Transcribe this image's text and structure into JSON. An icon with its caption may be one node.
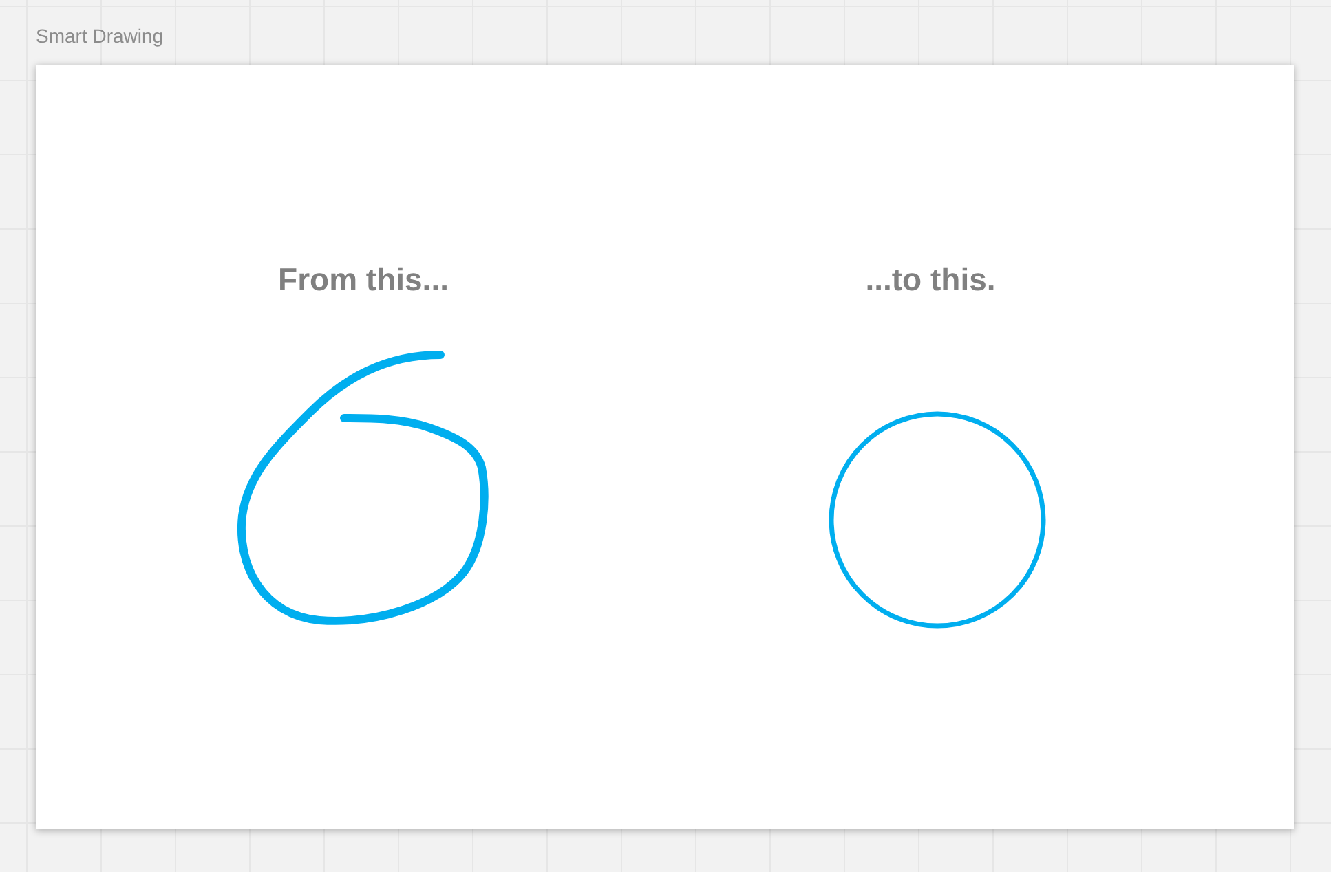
{
  "diagram": {
    "nodes": [
      {
        "text": [
          "Smart Drawing"
        ]
      },
      {
        "text": [],
        "shape": "circle",
        "in": 0
      }
    ],
    "labels": [
      "From this...",
      "...to this."
    ]
  }
}
